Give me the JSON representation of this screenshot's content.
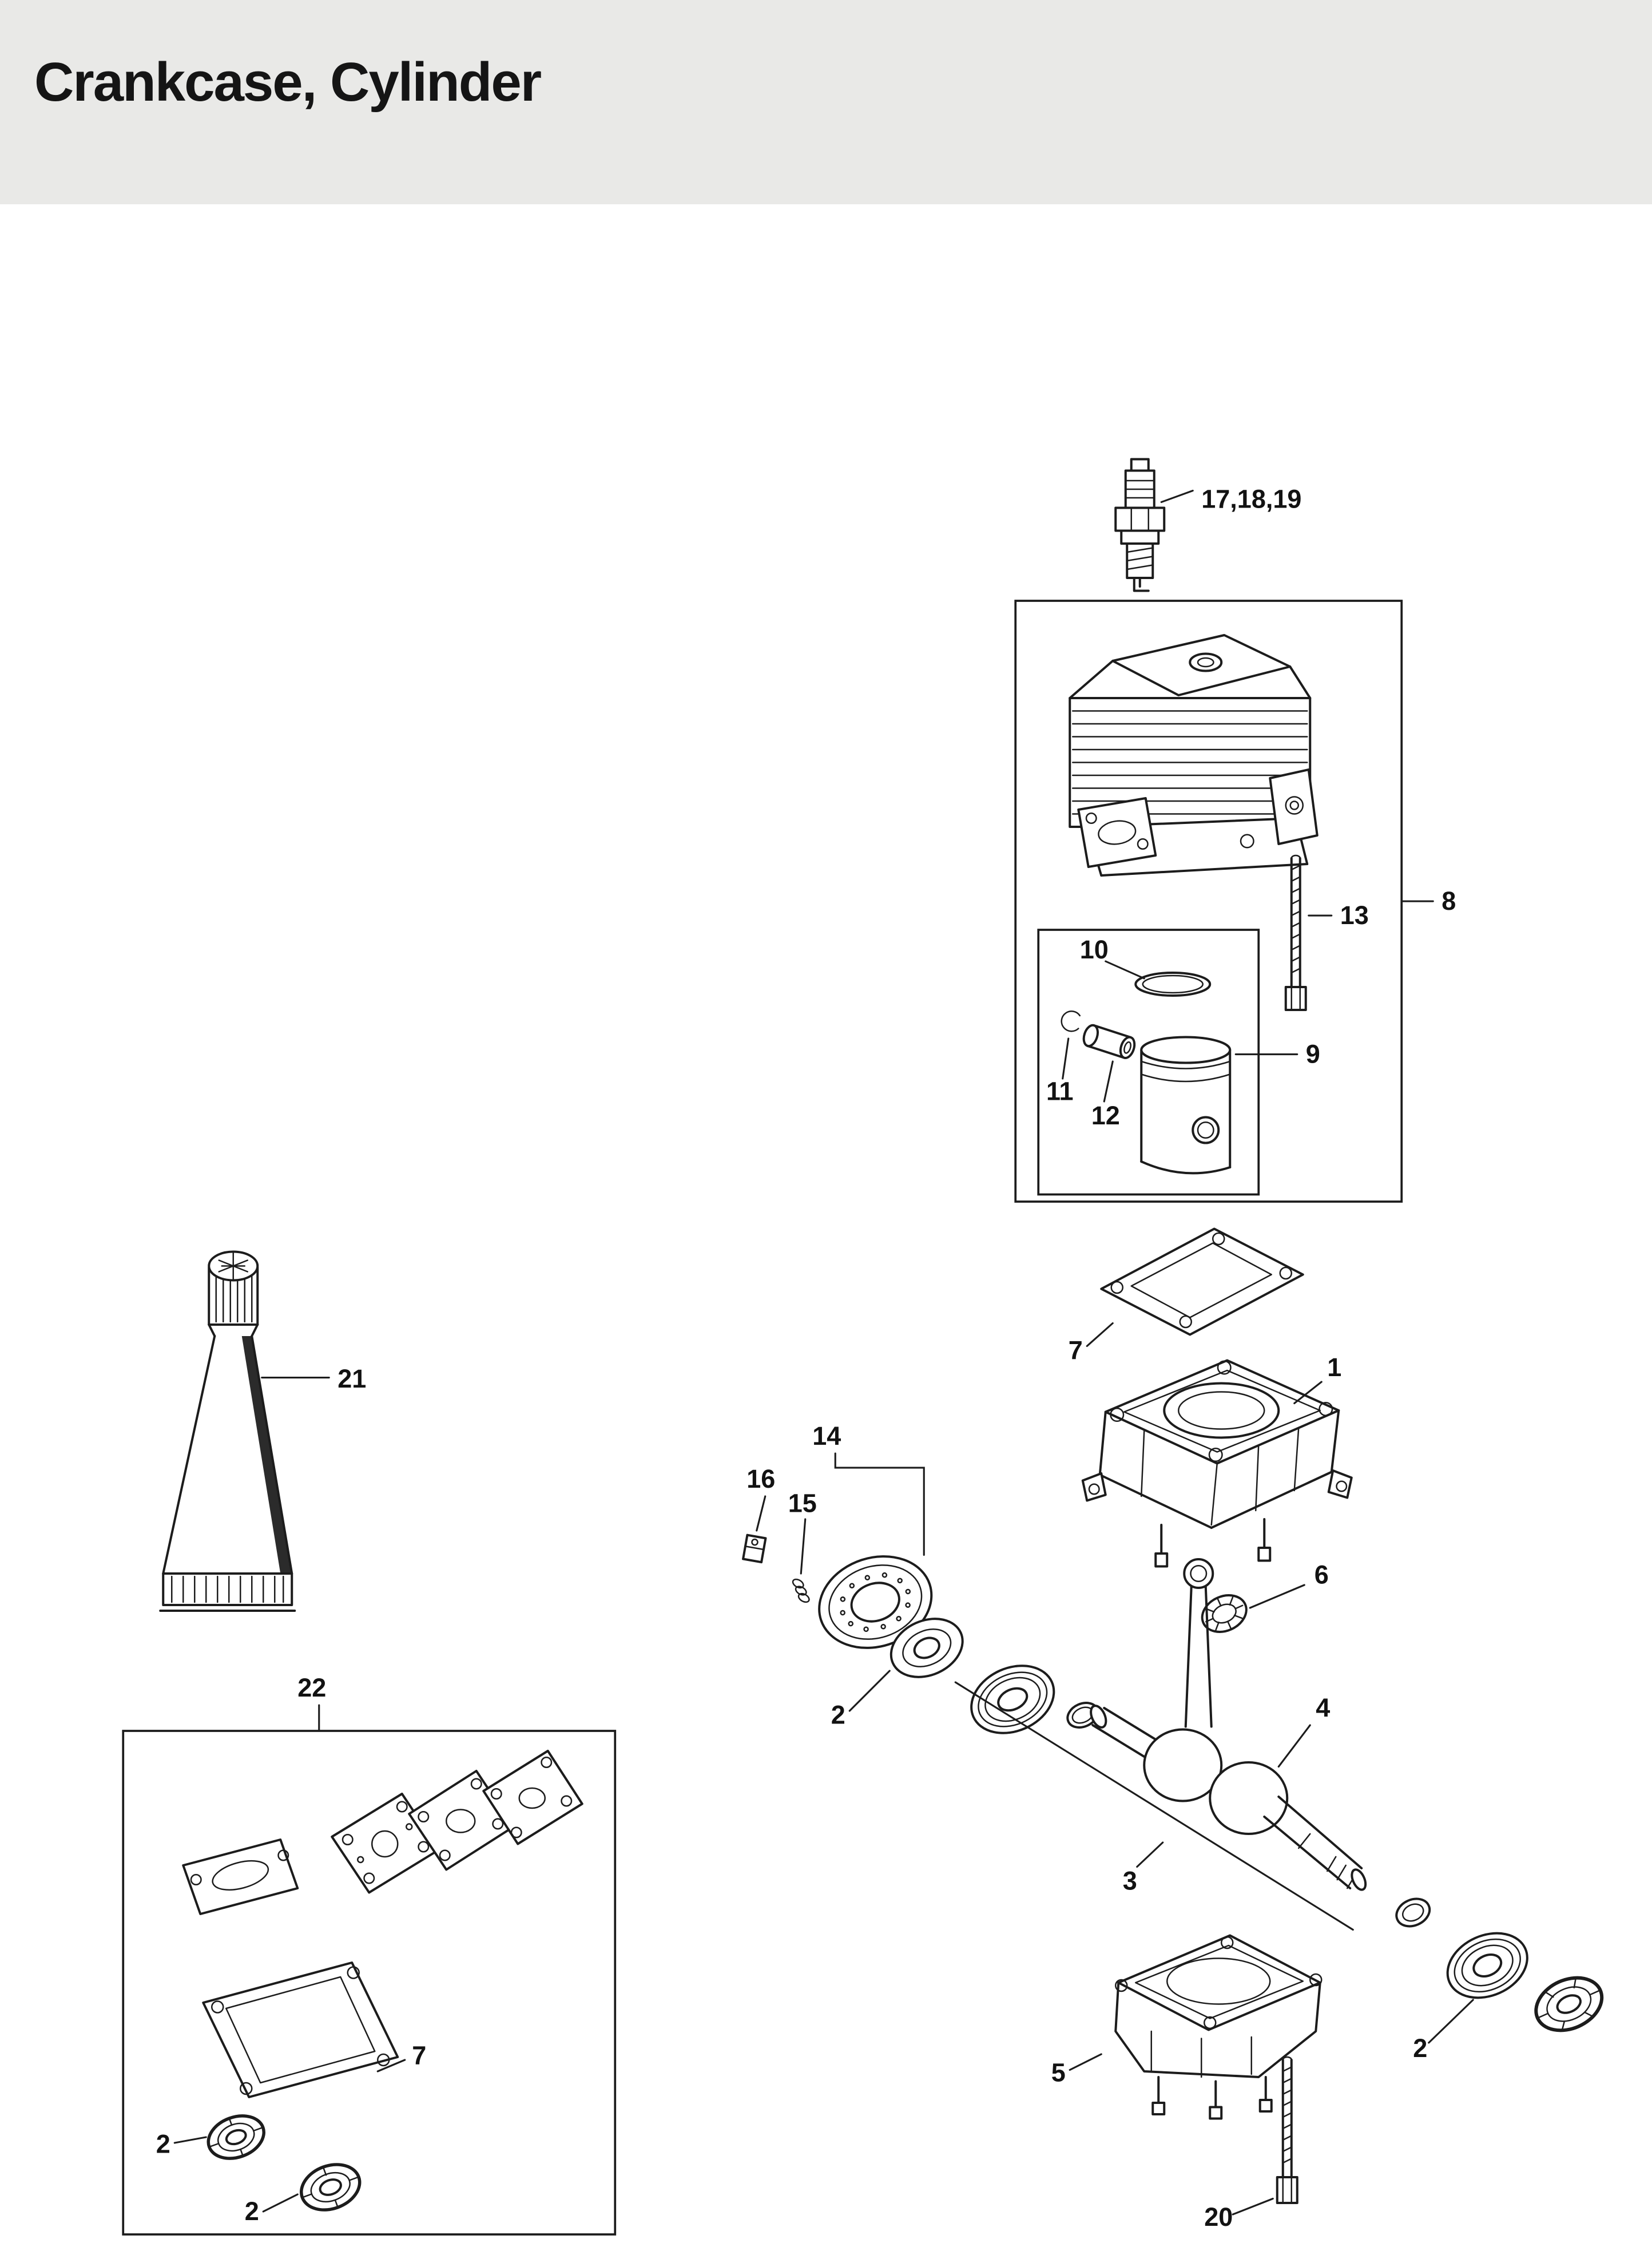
{
  "header": {
    "title": "Crankcase, Cylinder"
  },
  "diagram": {
    "callouts": {
      "spark_plug": "17,18,19",
      "cylinder_box": "8",
      "bolt_cylinder": "13",
      "piston_ring": "10",
      "piston": "9",
      "circlip": "11",
      "wrist_pin": "12",
      "gasket_top": "7",
      "crankcase_upper": "1",
      "rotor_group": "14",
      "part_15": "15",
      "part_16": "16",
      "needle_bearing": "6",
      "bearing_left": "2",
      "crankshaft": "4",
      "crank_assembly": "3",
      "bearing_right": "2",
      "crankcase_lower": "5",
      "bolt_crankcase": "20",
      "sealant_tube": "21",
      "gasket_set_box": "22",
      "gasket_kit": "7",
      "seal_kit_a": "2",
      "seal_kit_b": "2"
    }
  }
}
